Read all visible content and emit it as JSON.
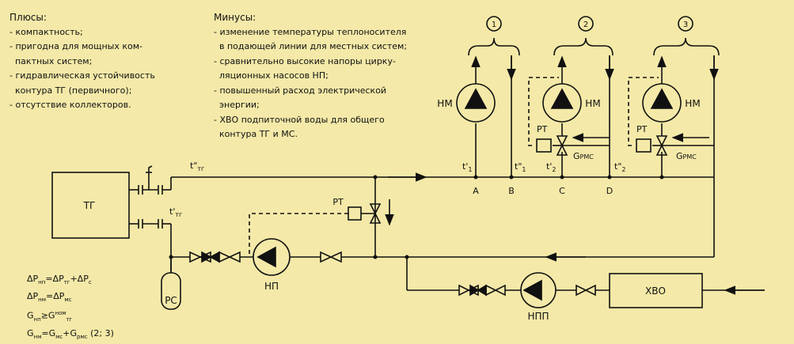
{
  "pros": {
    "title": "Плюсы:",
    "lines": [
      "- компактность;",
      "- пригодна для мощных ком-",
      "  пактных систем;",
      "- гидравлическая устойчивость",
      "  контура ТГ (первичного);",
      "- отсутствие коллекторов."
    ]
  },
  "cons": {
    "title": "Минусы:",
    "lines": [
      "- изменение температуры теплоносителя",
      "  в подающей линии для местных систем;",
      "- сравнительно высокие напоры цирку-",
      "  ляционных насосов НП;",
      "- повышенный расход электрической",
      "  энергии;",
      "- ХВО подпиточной воды для общего",
      "  контура ТГ и МС."
    ]
  },
  "formulas": {
    "f1": {
      "a": "ΔP",
      "a_sub": "нп",
      "op1": "=ΔP",
      "b_sub": "тг",
      "op2": "+ΔP",
      "c_sub": "c"
    },
    "f2": {
      "a": "ΔP",
      "a_sub": "нм",
      "op1": "=ΔP",
      "b_sub": "мс"
    },
    "f3": {
      "a": "G",
      "a_sub": "нп",
      "op1": "≥G",
      "b_sup": "ном",
      "b_sub": "тг"
    },
    "f4": {
      "a": "G",
      "a_sub": "нм",
      "op1": "=G",
      "b_sub": "мс",
      "op2": "+G",
      "c_sub": "рмс",
      "tail": " (2; 3)"
    }
  },
  "diagram": {
    "boiler": "ТГ",
    "expansion_tank": "РС",
    "circ_pump": "НП",
    "makeup_pump": "НПП",
    "water_treatment": "ХВО",
    "mixing_pump": "НМ",
    "regulator": "РТ",
    "flow_label": "G",
    "flow_sub": "РМС",
    "supply_temp": "t\"",
    "supply_temp_sub": "тг",
    "return_temp": "t'",
    "return_temp_sub": "тг",
    "t1_main": "t'",
    "t1_sub": "1",
    "t1_dd": "t\"",
    "t2_main": "t'",
    "t2_sub": "2",
    "t2_dd": "t\"",
    "nodes": [
      "A",
      "B",
      "C",
      "D"
    ],
    "systems": [
      "1",
      "2",
      "3"
    ]
  }
}
